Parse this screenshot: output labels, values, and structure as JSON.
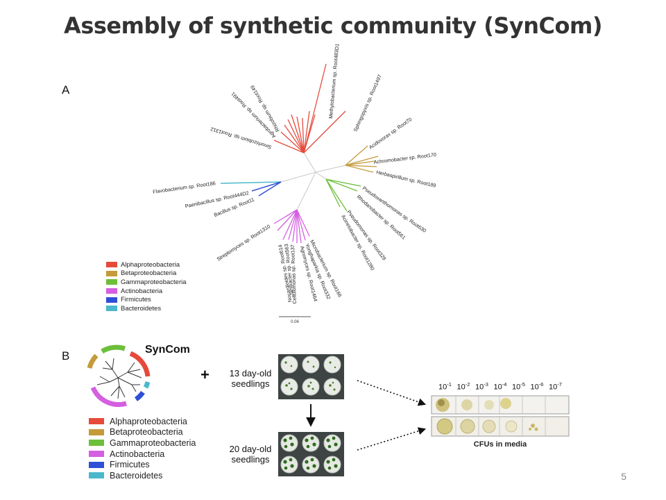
{
  "slide": {
    "title": "Assembly of  synthetic community (SynCom)",
    "page_number": "5"
  },
  "panel_a": {
    "label": "A",
    "scale_bar": "0.06",
    "legend": [
      {
        "name": "Alphaproteobacteria",
        "color": "#e64a3b"
      },
      {
        "name": "Betaproteobacteria",
        "color": "#c49a3a"
      },
      {
        "name": "Gammaproteobacteria",
        "color": "#6cbf3a"
      },
      {
        "name": "Actinobacteria",
        "color": "#d45fe0"
      },
      {
        "name": "Firmicutes",
        "color": "#2f4fd6"
      },
      {
        "name": "Bacteroidetes",
        "color": "#4bb8cc"
      }
    ],
    "tree_labels": [
      "Methylobacterium sp. Root483D1",
      "Sphingopyxis sp. Root1497",
      "Rhizobium sp. Root149",
      "Agrobacterium sp. Root491",
      "Sinorhizobium sp. Root1312",
      "Acidovorax sp. Root70",
      "Achromobacter sp. Root170",
      "Herbaspirillum sp. Root189",
      "Pseudoxanthomonas sp. Root630",
      "Rhodanobacter sp. Root561",
      "Pseudomonas sp. Root329",
      "Acinetobacter sp. Root1280",
      "Flavobacterium sp. Root186",
      "Paenibacillus sp. Root444D2",
      "Bacillus sp. Root11",
      "Streptomyces sp. Root1310",
      "Nocardioides sp. Root614",
      "Janibacter sp. Root563",
      "Cellulomonas sp. Root137",
      "Agromyces sp. Root1464",
      "Yonghaparkia sp. Root332",
      "Microbacterium sp. Root166"
    ]
  },
  "panel_b": {
    "label": "B",
    "syncom_title": "SynCom",
    "plus": "+",
    "legend": [
      {
        "name": "Alphaproteobacteria",
        "color": "#e64a3b"
      },
      {
        "name": "Betaproteobacteria",
        "color": "#c49a3a"
      },
      {
        "name": "Gammaproteobacteria",
        "color": "#6cbf3a"
      },
      {
        "name": "Actinobacteria",
        "color": "#d45fe0"
      },
      {
        "name": "Firmicutes",
        "color": "#2f4fd6"
      },
      {
        "name": "Bacteroidetes",
        "color": "#4bb8cc"
      }
    ],
    "seedlings_13_line1": "13 day-old",
    "seedlings_13_line2": "seedlings",
    "seedlings_20_line1": "20 day-old",
    "seedlings_20_line2": "seedlings",
    "dilutions": [
      "10",
      "10",
      "10",
      "10",
      "10",
      "10",
      "10"
    ],
    "dilution_exponents": [
      "-1",
      "-2",
      "-3",
      "-4",
      "-5",
      "-6",
      "-7"
    ],
    "cfu_caption": "CFUs in media"
  }
}
